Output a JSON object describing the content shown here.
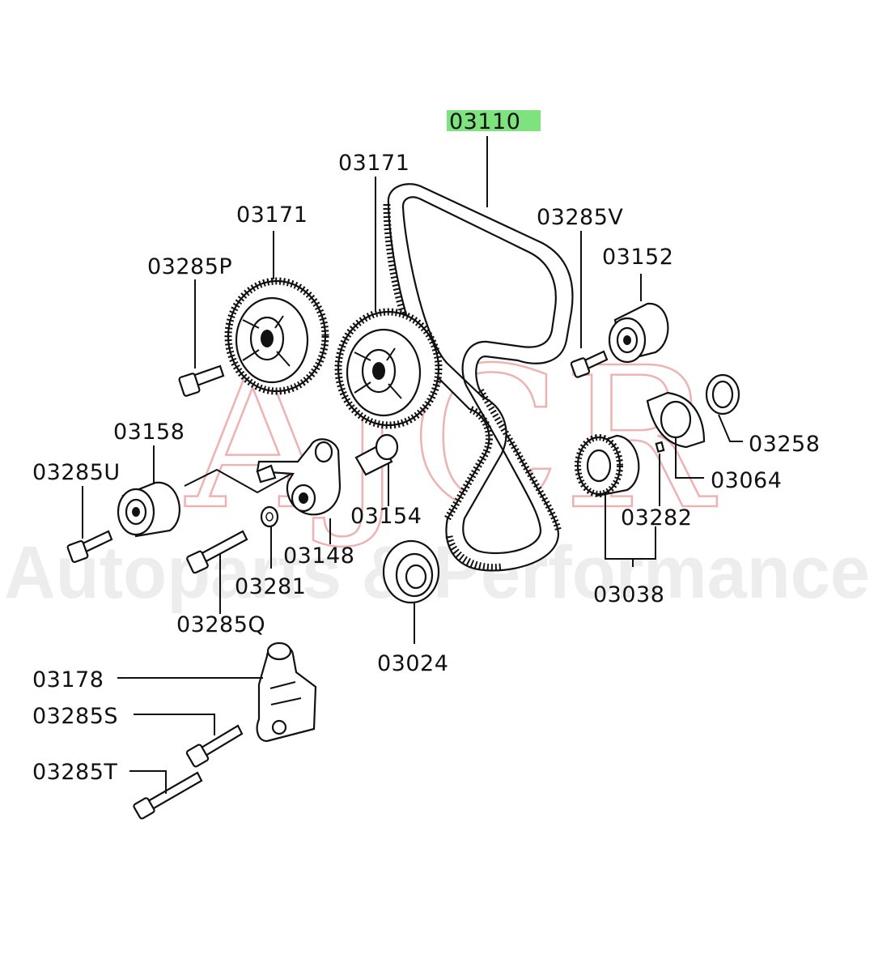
{
  "watermark": {
    "logo_text": "AJCR",
    "tagline": "Autoparts & Performance"
  },
  "highlight_color": "#7ee37e",
  "callouts": {
    "belt": "03110",
    "cam_sprocket_right": "03171",
    "cam_sprocket_left": "03171",
    "bolt_p": "03285P",
    "bolt_v": "03285V",
    "idler_pulley": "03152",
    "washer_right": "03258",
    "flange": "03064",
    "key": "03282",
    "crank_sprocket": "03038",
    "tensioner_pulley": "03158",
    "bolt_u": "03285U",
    "tensioner_arm": "03148",
    "spacer_bolt": "03154",
    "washer_small": "03281",
    "bolt_q": "03285Q",
    "crank_flange": "03024",
    "auto_tensioner": "03178",
    "bolt_s": "03285S",
    "bolt_t": "03285T"
  }
}
